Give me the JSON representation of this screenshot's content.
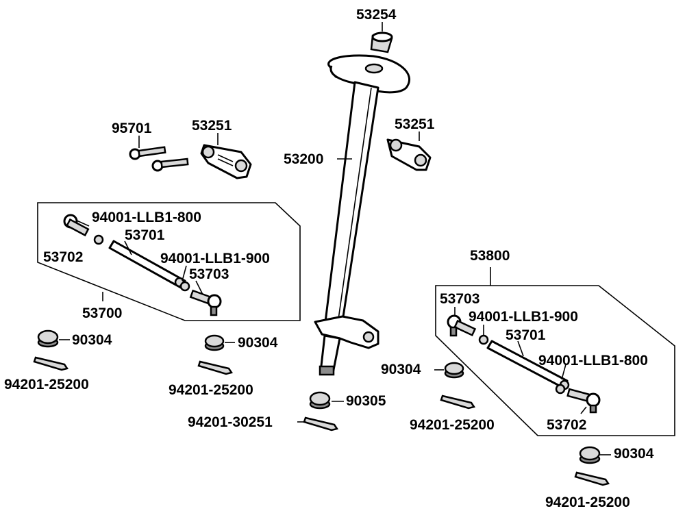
{
  "labels": {
    "p53254": "53254",
    "p95701": "95701",
    "p53251_left": "53251",
    "p53251_right": "53251",
    "p53200": "53200",
    "p94001_800_left": "94001-LLB1-800",
    "p53701_left": "53701",
    "p53702_left": "53702",
    "p94001_900_left": "94001-LLB1-900",
    "p53703_left": "53703",
    "p53700": "53700",
    "p90304_a": "90304",
    "p94201_a": "94201-25200",
    "p90304_b": "90304",
    "p94201_b": "94201-25200",
    "p90305": "90305",
    "p94201_30251": "94201-30251",
    "p90304_c": "90304",
    "p94201_c": "94201-25200",
    "p53800": "53800",
    "p53703_right": "53703",
    "p94001_900_right": "94001-LLB1-900",
    "p53701_right": "53701",
    "p94001_800_right": "94001-LLB1-800",
    "p53702_right": "53702",
    "p90304_d": "90304",
    "p94201_d": "94201-25200"
  }
}
